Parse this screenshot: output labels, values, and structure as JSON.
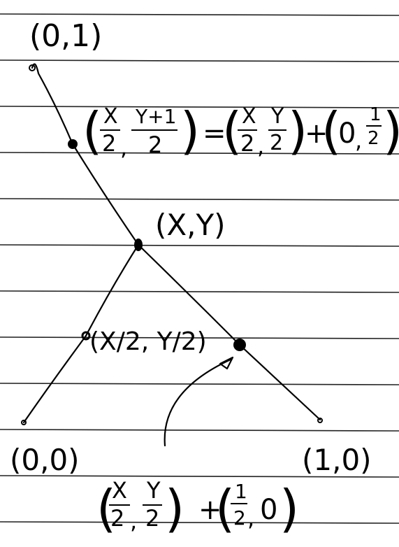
{
  "labels": {
    "top": "(0,1)",
    "upper_midpoint": "(X/2, (Y+1)/2) = (X/2, Y/2) + (0, 1/2)",
    "center": "(X,Y)",
    "left_midpoint": "(X/2, Y/2)",
    "bottom_left": "(0,0)",
    "bottom_right": "(1,0)",
    "bottom_formula": "(X/2, Y/2) + (1/2, 0)"
  },
  "frac": {
    "x_over_2": {
      "num": "X",
      "den": "2"
    },
    "yplus1_over_2": {
      "num": "Y+1",
      "den": "2"
    },
    "y_over_2": {
      "num": "Y",
      "den": "2"
    },
    "one_over_2": {
      "num": "1",
      "den": "2"
    }
  },
  "symbols": {
    "lparen": "(",
    "rparen": ")",
    "comma": ",",
    "equals": "=",
    "plus": "+",
    "zero": "0"
  },
  "ink_color": "#000000",
  "ruled_line_color": "#222222"
}
